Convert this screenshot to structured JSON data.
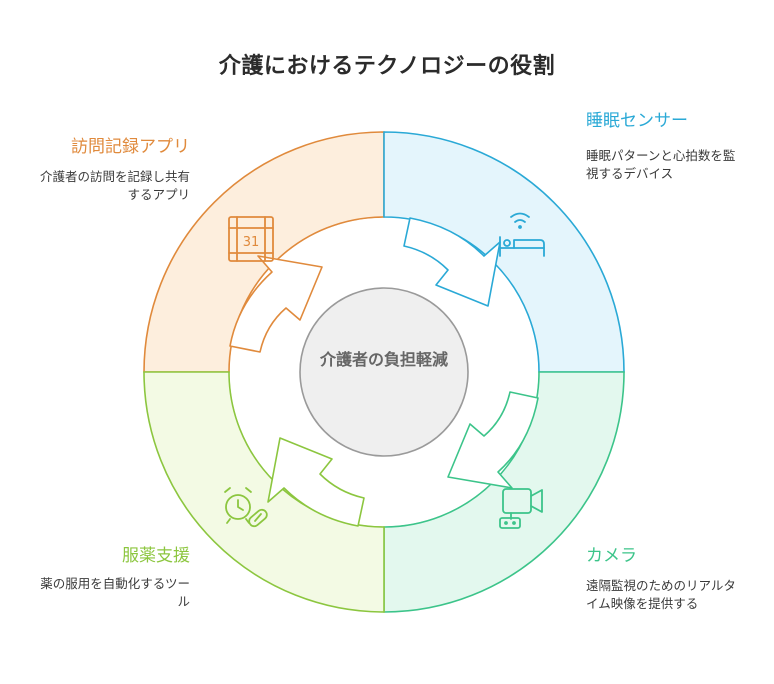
{
  "title": "介護におけるテクノロジーの役割",
  "center_label": "介護者の負担軽減",
  "calendar_day": "31",
  "sections": {
    "app": {
      "heading": "訪問記録アプリ",
      "description": "介護者の訪問を記録し共有するアプリ",
      "color": "#e08a3c",
      "icon": "calendar-icon"
    },
    "sensor": {
      "heading": "睡眠センサー",
      "description": "睡眠パターンと心拍数を監視するデバイス",
      "color": "#2aa9d6",
      "icon": "bed-sensor-icon"
    },
    "camera": {
      "heading": "カメラ",
      "description": "遠隔監視のためのリアルタイム映像を提供する",
      "color": "#3cc48a",
      "icon": "camera-icon"
    },
    "medication": {
      "heading": "服薬支援",
      "description": "薬の服用を自動化するツール",
      "color": "#8cc63f",
      "icon": "alarm-pill-icon"
    }
  }
}
